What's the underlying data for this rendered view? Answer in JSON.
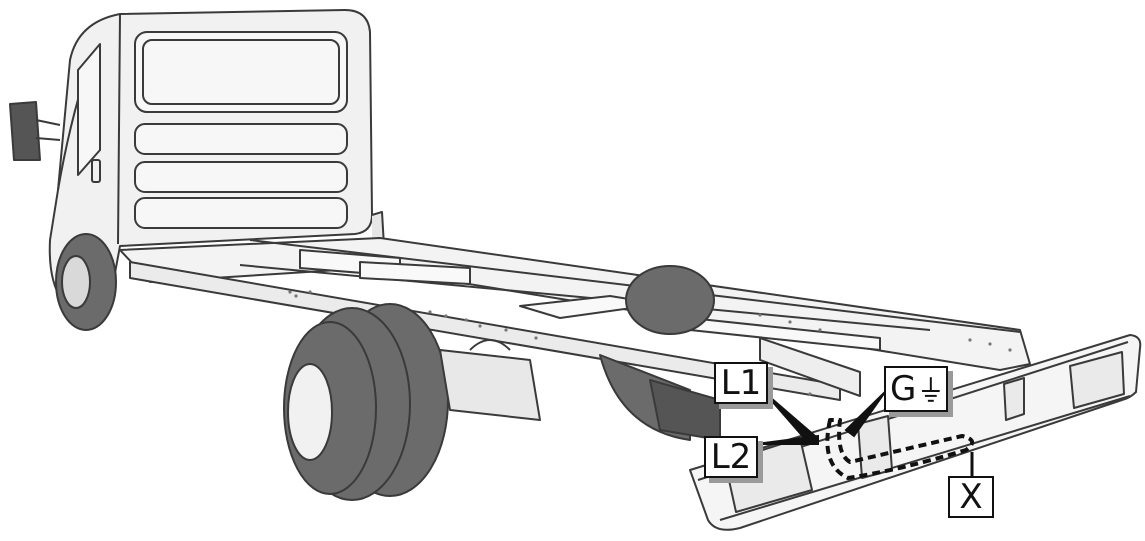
{
  "labels": {
    "l1": "L1",
    "l2": "L2",
    "g": "G",
    "x": "X"
  },
  "icons": {
    "ground": "ground-symbol-icon"
  },
  "colors": {
    "outline": "#3a3a3a",
    "body_fill": "#f1f1f1",
    "tyre": "#6b6b6b",
    "dark": "#222222",
    "shadow": "#9a9a9a"
  }
}
